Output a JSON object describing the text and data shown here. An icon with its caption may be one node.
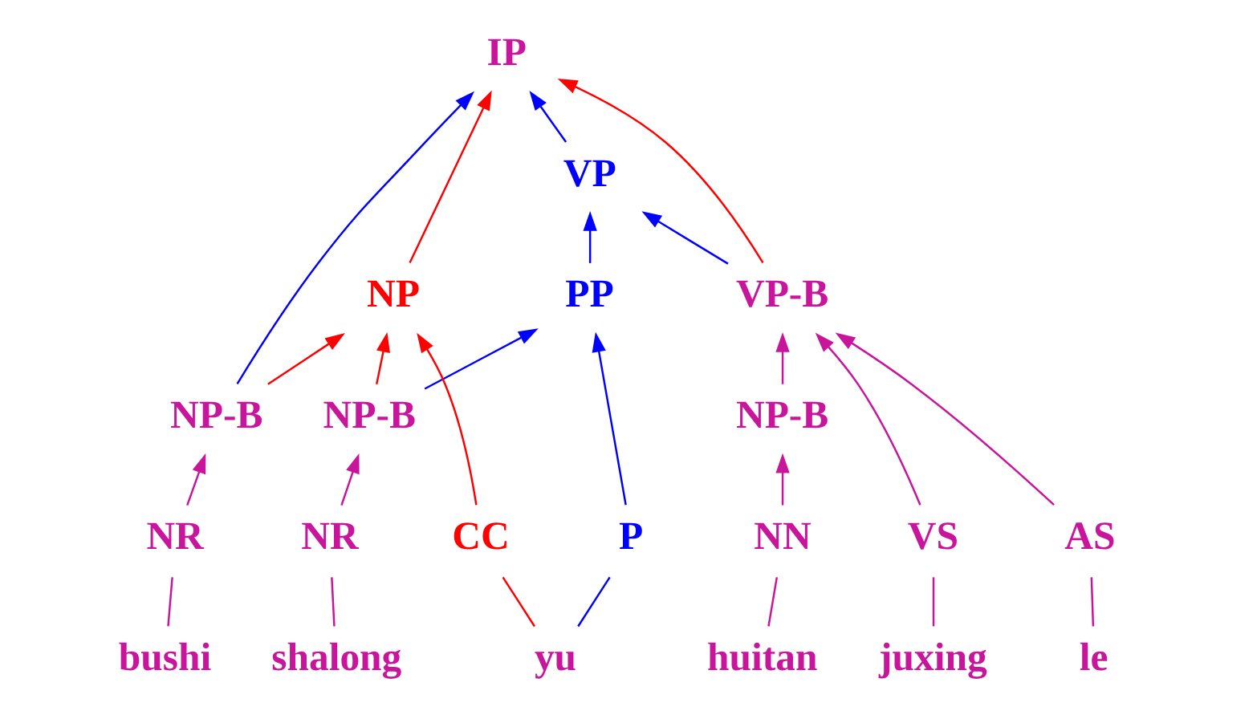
{
  "diagram": {
    "nodes": [
      {
        "text": [
          "IP"
        ]
      },
      {
        "text": [
          "VP"
        ]
      },
      {
        "text": [
          "NP"
        ]
      },
      {
        "text": [
          "PP"
        ]
      },
      {
        "text": [
          "VP-B"
        ]
      },
      {
        "text": [
          "NP-B"
        ]
      },
      {
        "text": [
          "NP-B"
        ]
      },
      {
        "text": [
          "NP-B"
        ]
      },
      {
        "text": [
          "NR"
        ]
      },
      {
        "text": [
          "CC"
        ]
      },
      {
        "text": [
          "P"
        ]
      },
      {
        "text": [
          "NR"
        ]
      },
      {
        "text": [
          "VS"
        ]
      },
      {
        "text": [
          "AS"
        ]
      },
      {
        "text": [
          "NN"
        ]
      },
      {
        "text": [
          "bushi"
        ]
      },
      {
        "text": [
          "yu"
        ]
      },
      {
        "text": [
          "shalong"
        ]
      },
      {
        "text": [
          "juxing"
        ]
      },
      {
        "text": [
          "le"
        ]
      },
      {
        "text": [
          "huitan"
        ]
      }
    ],
    "edges": [
      {
        "from": 5,
        "to": 0,
        "arrow": "to",
        "color": "#0000ff"
      },
      {
        "from": 1,
        "to": 0,
        "arrow": "to",
        "color": "#0000ff"
      },
      {
        "from": 2,
        "to": 0,
        "arrow": "to",
        "color": "#ff0000"
      },
      {
        "from": 4,
        "to": 0,
        "arrow": "to",
        "color": "#ff0000"
      },
      {
        "from": 3,
        "to": 1,
        "arrow": "to",
        "color": "#0000ff"
      },
      {
        "from": 4,
        "to": 1,
        "arrow": "to",
        "color": "#0000ff"
      },
      {
        "from": 5,
        "to": 2,
        "arrow": "to",
        "color": "#ff0000"
      },
      {
        "from": 9,
        "to": 2,
        "arrow": "to",
        "color": "#ff0000"
      },
      {
        "from": 6,
        "to": 2,
        "arrow": "to",
        "color": "#ff0000"
      },
      {
        "from": 10,
        "to": 3,
        "arrow": "to",
        "color": "#0000ff"
      },
      {
        "from": 6,
        "to": 3,
        "arrow": "to",
        "color": "#0000ff"
      },
      {
        "from": 12,
        "to": 4,
        "arrow": "to"
      },
      {
        "from": 13,
        "to": 4,
        "arrow": "to"
      },
      {
        "from": 7,
        "to": 4,
        "arrow": "to"
      },
      {
        "from": 8,
        "to": 5,
        "arrow": "to"
      },
      {
        "from": 11,
        "to": 6,
        "arrow": "to"
      },
      {
        "from": 14,
        "to": 7,
        "arrow": "to"
      },
      {
        "from": 15,
        "to": 8,
        "arrow": "none"
      },
      {
        "from": 16,
        "to": 9,
        "arrow": "none",
        "color": "#ff0000"
      },
      {
        "from": 16,
        "to": 10,
        "arrow": "none",
        "color": "#0000ff"
      },
      {
        "from": 17,
        "to": 11,
        "arrow": "none"
      },
      {
        "from": 18,
        "to": 12,
        "arrow": "none"
      },
      {
        "from": 19,
        "to": 13,
        "arrow": "none"
      },
      {
        "from": 20,
        "to": 14,
        "arrow": "none"
      }
    ]
  }
}
